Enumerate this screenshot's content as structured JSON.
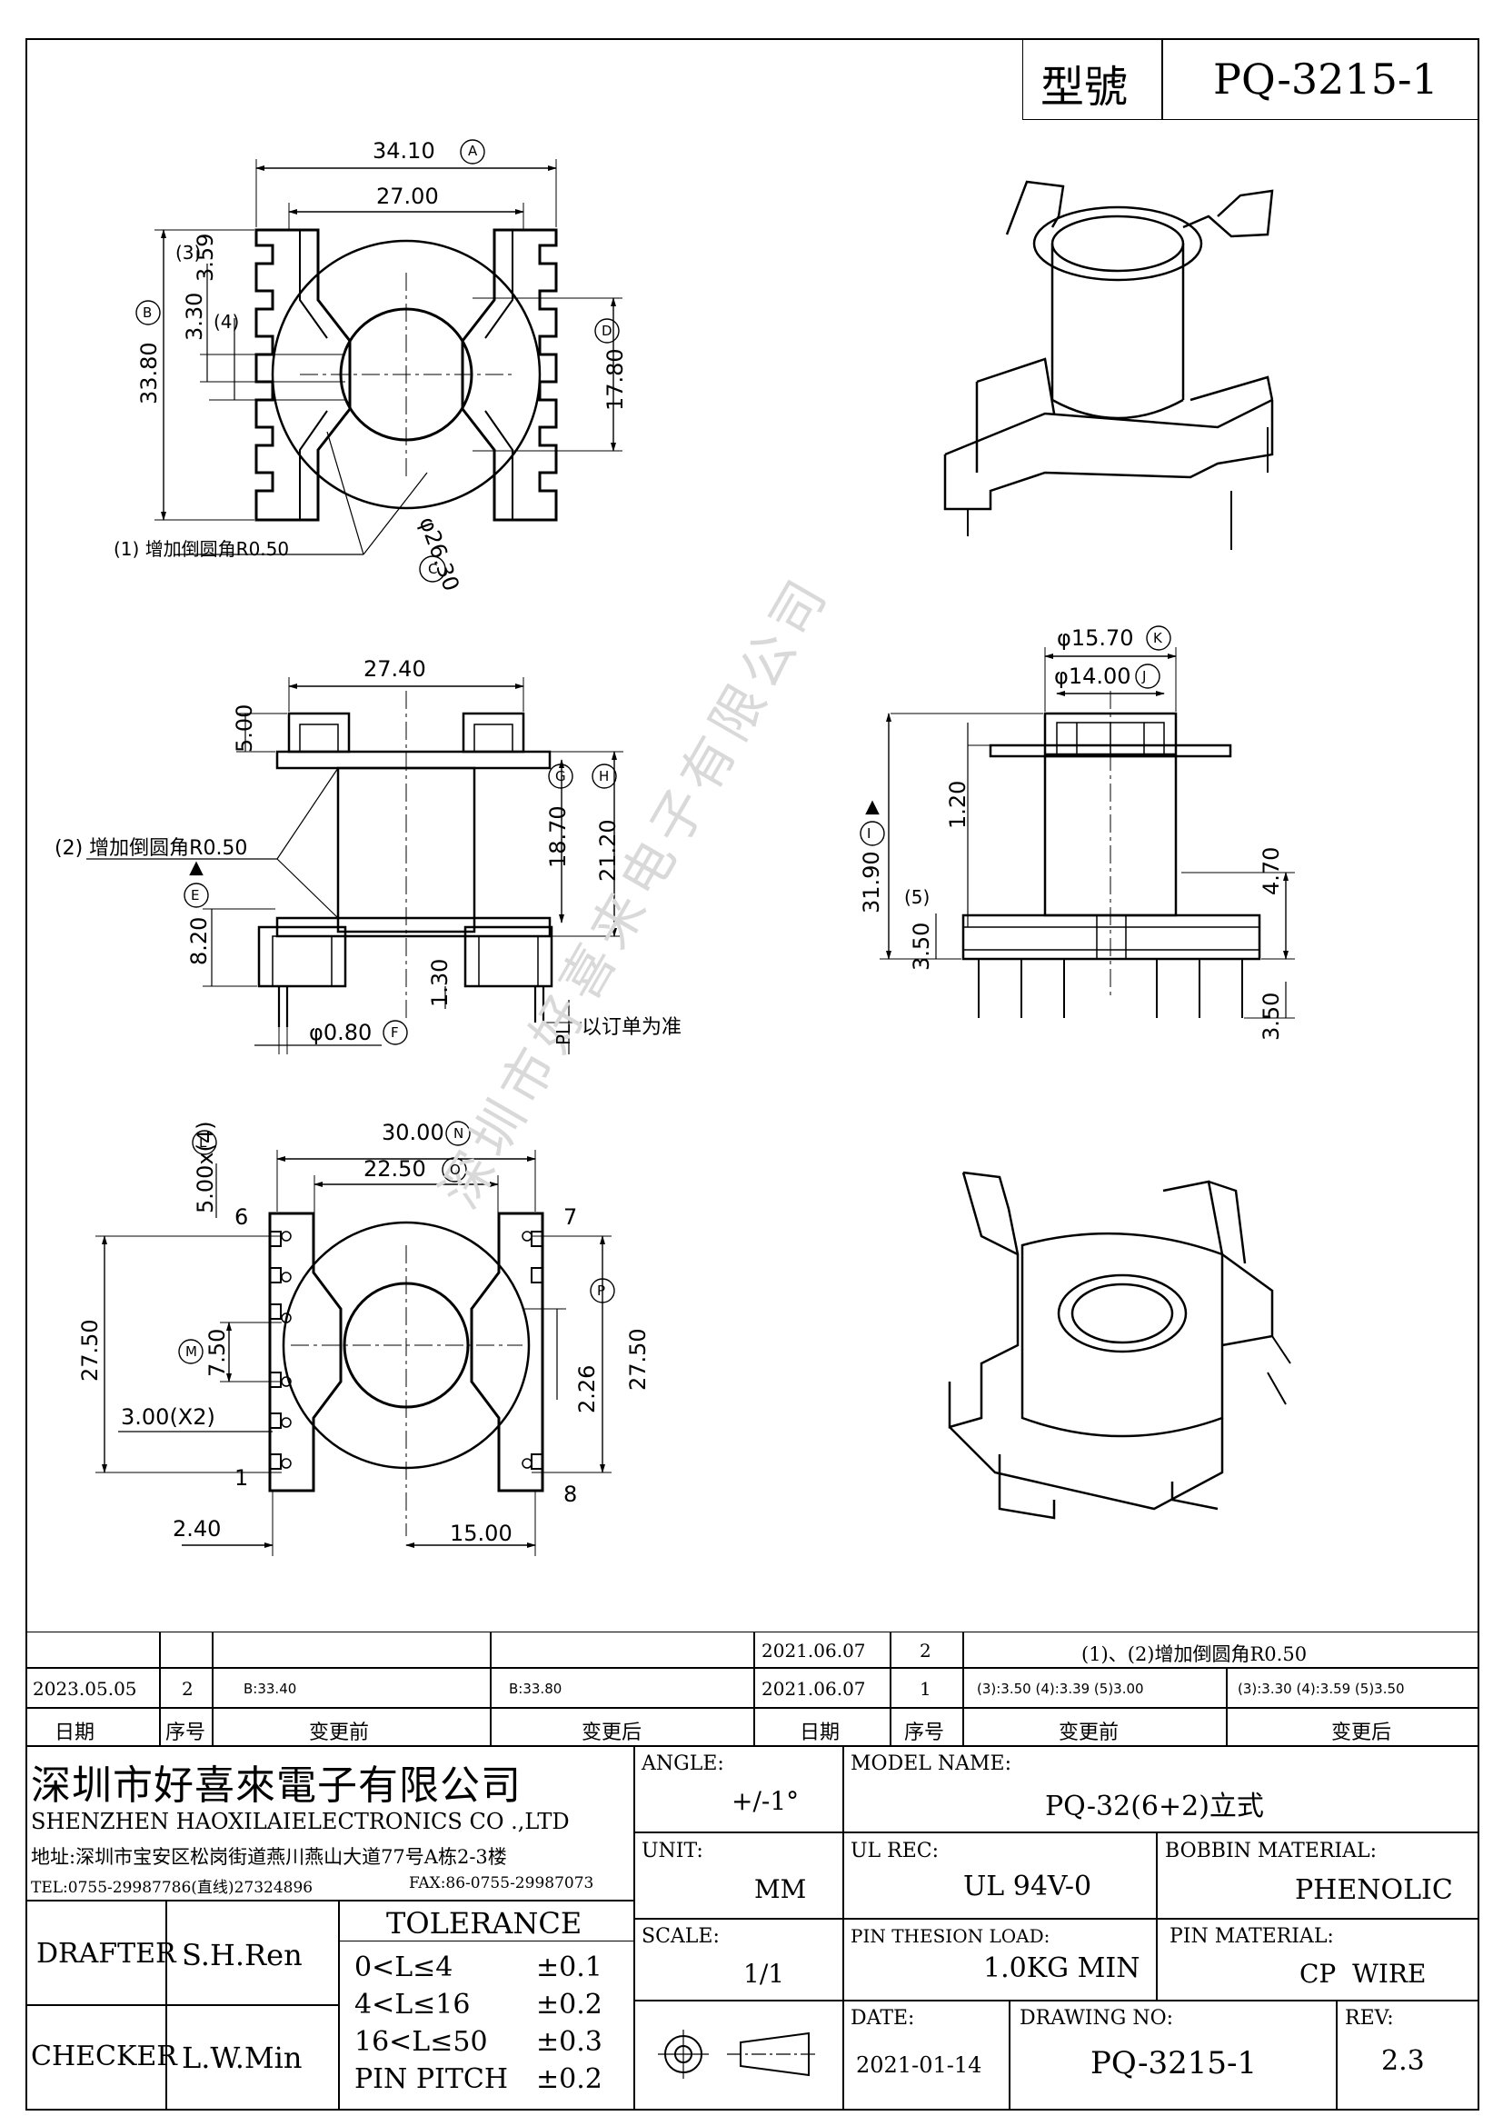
{
  "header": {
    "model_label": "型號",
    "model_value": "PQ-3215-1"
  },
  "views": {
    "top": {
      "dim_width_outer": "34.10",
      "mark_a": "A",
      "dim_width_inner": "27.00",
      "dim_3": "(3)",
      "dim_359": "3.59",
      "dim_4": "(4)",
      "dim_330": "3.30",
      "dim_height": "33.80",
      "mark_b": "B",
      "dim_right": "17.80",
      "mark_d": "D",
      "note_1": "(1)  增加倒圆角R0.50",
      "dim_dia": "φ26.30",
      "mark_c": "C"
    },
    "side": {
      "dim_width": "27.40",
      "dim_500": "5.00",
      "note_2": "(2) 增加倒圆角R0.50",
      "dim_1870": "18.70",
      "mark_g": "G",
      "dim_2120": "21.20",
      "mark_h": "H",
      "dim_820": "8.20",
      "mark_e": "E",
      "dim_130": "1.30",
      "dim_pin": "φ0.80",
      "mark_f": "F",
      "pl": "PL",
      "pl_note": "以订单为准"
    },
    "front": {
      "dim_dia_outer": "φ15.70",
      "mark_k": "K",
      "dim_dia_inner": "φ14.00",
      "mark_j": "J",
      "dim_120": "1.20",
      "dim_3190": "31.90",
      "mark_i": "I",
      "dim_5": "(5)",
      "dim_350a": "3.50",
      "dim_470": "4.70",
      "dim_350b": "3.50"
    },
    "bottom": {
      "dim_3000": "30.00",
      "mark_n": "N",
      "dim_2250": "22.50",
      "mark_o": "O",
      "dim_500x4": "5.00x(4)",
      "mark_l": "L",
      "pin_6": "6",
      "pin_7": "7",
      "pin_1": "1",
      "pin_8": "8",
      "dim_2750l": "27.50",
      "dim_750": "7.50",
      "mark_m": "M",
      "dim_2750r": "27.50",
      "mark_p": "P",
      "dim_226": "2.26",
      "dim_300x2": "3.00(X2)",
      "dim_240": "2.40",
      "dim_1500": "15.00"
    }
  },
  "watermark": "深圳市好喜来电子有限公司",
  "revisions": {
    "rows": [
      {
        "date": "",
        "no": "",
        "before": "",
        "after": "",
        "date2": "2021.06.07",
        "no2": "2",
        "before2": "(1)、(2)增加倒圆角R0.50",
        "after2": ""
      },
      {
        "date": "2023.05.05",
        "no": "2",
        "before": "B:33.40",
        "after": "B:33.80",
        "date2": "2021.06.07",
        "no2": "1",
        "before2": "(3):3.50 (4):3.39 (5)3.00",
        "after2": "(3):3.30 (4):3.59 (5)3.50"
      }
    ],
    "headers": {
      "date": "日期",
      "no": "序号",
      "before": "变更前",
      "after": "变更后"
    }
  },
  "company": {
    "name_cn": "深圳市好喜來電子有限公司",
    "name_en": "SHENZHEN HAOXILAIELECTRONICS CO .,LTD",
    "address": "地址:深圳市宝安区松岗街道燕川燕山大道77号A栋2-3楼",
    "tel": "TEL:0755-29987786(直线)27324896",
    "fax": "FAX:86-0755-29987073"
  },
  "titleblock": {
    "angle_label": "ANGLE:",
    "angle": "+/-1°",
    "model_name_label": "MODEL NAME:",
    "model_name": "PQ-32(6+2)立式",
    "unit_label": "UNIT:",
    "unit": "MM",
    "ul_label": "UL REC:",
    "ul": "UL 94V-0",
    "bobbin_label": "BOBBIN MATERIAL:",
    "bobbin": "PHENOLIC",
    "scale_label": "SCALE:",
    "scale": "1/1",
    "load_label": "PIN THESION LOAD:",
    "load": "1.0KG MIN",
    "pinmat_label": "PIN MATERIAL:",
    "pinmat": "CP  WIRE",
    "drafter_label": "DRAFTER",
    "drafter": "S.H.Ren",
    "checker_label": "CHECKER",
    "checker": "L.W.Min",
    "tolerance_label": "TOLERANCE",
    "tol": [
      {
        "range": "0<L≤4",
        "val": "±0.1"
      },
      {
        "range": "4<L≤16",
        "val": "±0.2"
      },
      {
        "range": "16<L≤50",
        "val": "±0.3"
      },
      {
        "range": "PIN PITCH",
        "val": "±0.2"
      }
    ],
    "date_label": "DATE:",
    "date": "2021-01-14",
    "drawing_label": "DRAWING NO:",
    "drawing": "PQ-3215-1",
    "rev_label": "REV:",
    "rev": "2.3"
  }
}
